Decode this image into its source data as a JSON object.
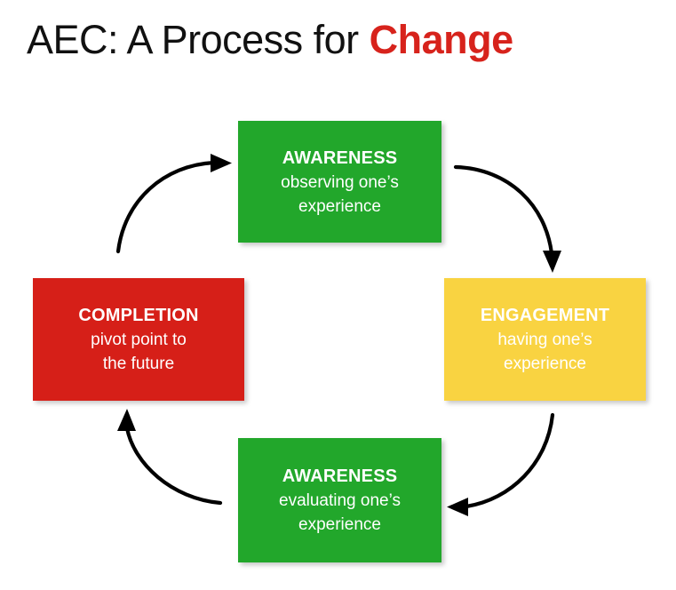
{
  "slide": {
    "title": {
      "plain": "AEC: A Process for ",
      "accent": "Change",
      "accent_color": "#D7231C"
    },
    "background_color": "#FFFFFF"
  },
  "diagram": {
    "type": "cycle",
    "direction": "clockwise",
    "nodes": [
      {
        "id": "awareness-top",
        "heading": "AWARENESS",
        "desc_line1": "observing one’s",
        "desc_line2": "experience",
        "color": "#22A72B",
        "text_color": "#FFFFFF",
        "position": "top"
      },
      {
        "id": "engagement",
        "heading": "ENGAGEMENT",
        "desc_line1": "having one’s",
        "desc_line2": "experience",
        "color": "#F9D341",
        "text_color": "#FFFFFF",
        "position": "right"
      },
      {
        "id": "awareness-bottom",
        "heading": "AWARENESS",
        "desc_line1": "evaluating one’s",
        "desc_line2": "experience",
        "color": "#22A72B",
        "text_color": "#FFFFFF",
        "position": "bottom"
      },
      {
        "id": "completion",
        "heading": "COMPLETION",
        "desc_line1": "pivot point to",
        "desc_line2": "the future",
        "color": "#D61F18",
        "text_color": "#FFFFFF",
        "position": "left"
      }
    ],
    "arrows": [
      {
        "id": "arrow-top-right",
        "from": "awareness-top",
        "to": "engagement",
        "color": "#000000"
      },
      {
        "id": "arrow-bottom-right",
        "from": "engagement",
        "to": "awareness-bottom",
        "color": "#000000"
      },
      {
        "id": "arrow-bottom-left",
        "from": "awareness-bottom",
        "to": "completion",
        "color": "#000000"
      },
      {
        "id": "arrow-top-left",
        "from": "completion",
        "to": "awareness-top",
        "color": "#000000"
      }
    ]
  }
}
